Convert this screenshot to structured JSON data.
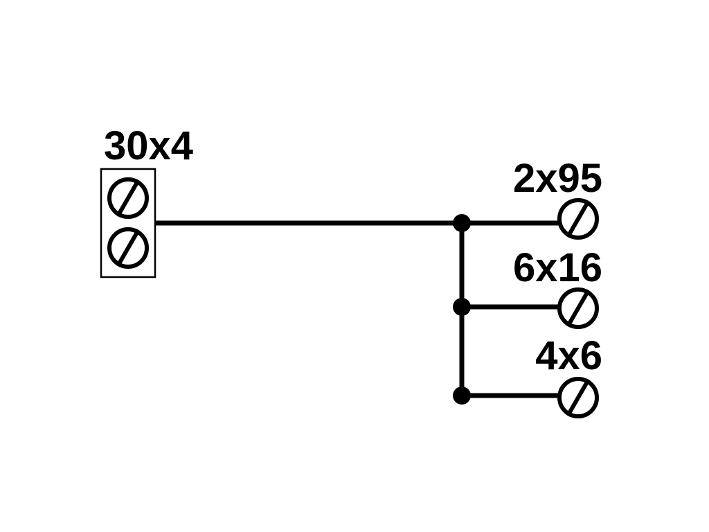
{
  "colors": {
    "line": "#000000",
    "background": "#ffffff"
  },
  "source_block": {
    "label": "30x4",
    "terminal_count": 2,
    "terminal_icon": "screw-terminal-icon"
  },
  "outputs": [
    {
      "label": "2x95",
      "terminal_icon": "screw-terminal-icon"
    },
    {
      "label": "6x16",
      "terminal_icon": "screw-terminal-icon"
    },
    {
      "label": "4x6",
      "terminal_icon": "screw-terminal-icon"
    }
  ]
}
